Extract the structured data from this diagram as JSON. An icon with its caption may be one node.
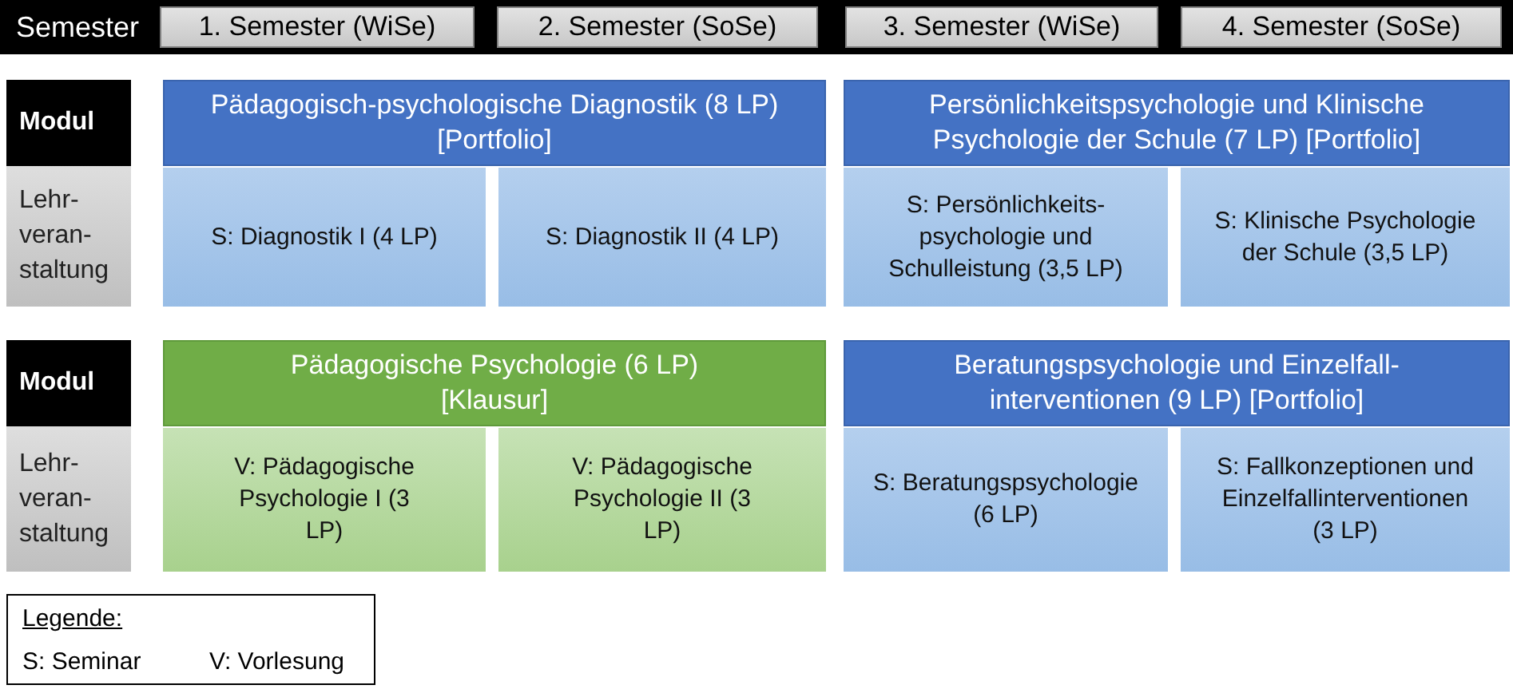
{
  "diagram": {
    "nodes": [
      {
        "text": [
          "Semester"
        ]
      },
      {
        "text": [
          "1. Semester (WiSe)"
        ],
        "in": 0
      },
      {
        "text": [
          "2. Semester (SoSe)"
        ],
        "in": 0
      },
      {
        "text": [
          "3. Semester (WiSe)"
        ],
        "in": 0
      },
      {
        "text": [
          "4. Semester (SoSe)"
        ],
        "in": 0
      },
      {
        "text": [
          "Modul"
        ]
      },
      {
        "text": [
          "Lehr- veran- staltung"
        ]
      },
      {
        "text": [
          "Pädagogisch-psychologische Diagnostik (8 LP) [Portfolio]"
        ]
      },
      {
        "text": [
          "S: Diagnostik I (4 LP)"
        ]
      },
      {
        "text": [
          "S: Diagnostik II (4 LP)"
        ]
      },
      {
        "text": [
          "Persönlichkeitspsychologie und Klinische Psychologie der Schule (7 LP) [Portfolio]"
        ]
      },
      {
        "text": [
          "S: Persönlichkeits- psychologie und Schulleistung (3,5 LP)"
        ]
      },
      {
        "text": [
          "S: Klinische Psychologie der Schule (3,5 LP)"
        ]
      },
      {
        "text": [
          "Modul"
        ]
      },
      {
        "text": [
          "Lehr- veran- staltung"
        ]
      },
      {
        "text": [
          "Pädagogische Psychologie (6 LP) [Klausur]"
        ]
      },
      {
        "text": [
          "V: Pädagogische Psychologie I (3 LP)"
        ]
      },
      {
        "text": [
          "V: Pädagogische Psychologie II (3 LP)"
        ]
      },
      {
        "text": [
          "Beratungspsychologie und Einzelfall- interventionen (9 LP) [Portfolio]"
        ]
      },
      {
        "text": [
          "S: Beratungspsychologie (6 LP)"
        ]
      },
      {
        "text": [
          "S: Fallkonzeptionen und Einzelfallinterventionen (3 LP)"
        ]
      },
      {
        "text": [
          "Legende:",
          "S: Seminar",
          "V: Vorlesung"
        ]
      }
    ]
  }
}
